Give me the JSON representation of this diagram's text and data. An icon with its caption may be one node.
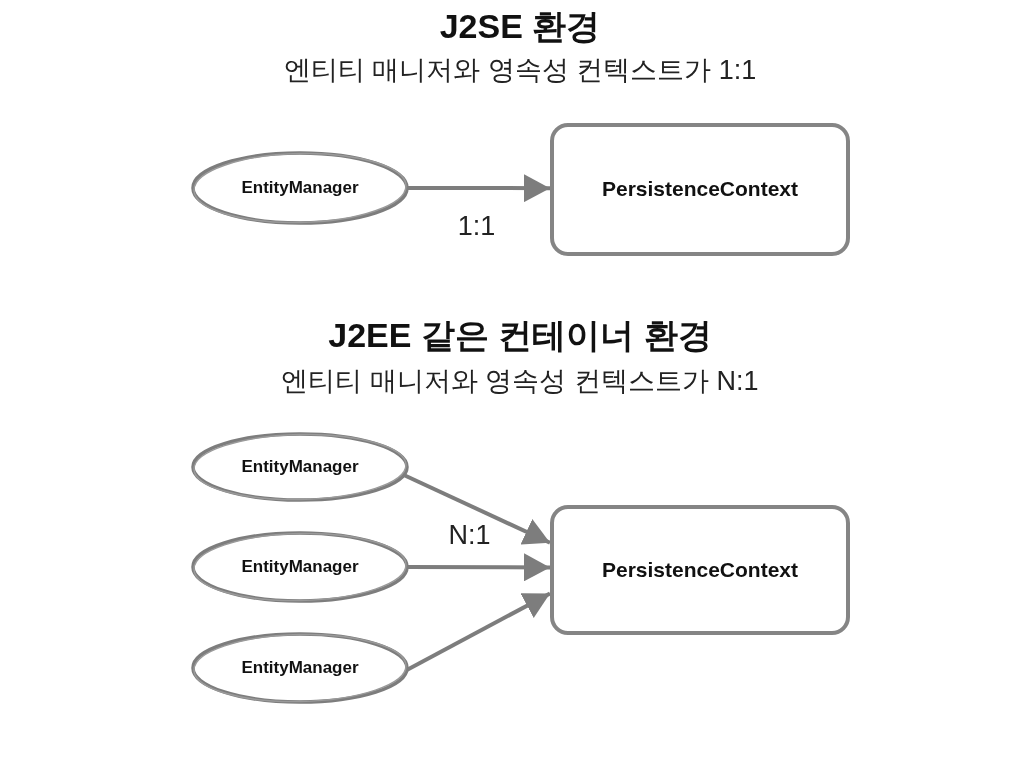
{
  "diagram": {
    "nodes": [
      {
        "text": [
          "EntityManager"
        ]
      },
      {
        "text": [
          "PersistenceContext"
        ]
      },
      {
        "text": [
          "EntityManager"
        ]
      },
      {
        "text": [
          "EntityManager"
        ]
      },
      {
        "text": [
          "EntityManager"
        ]
      },
      {
        "text": [
          "PersistenceContext"
        ]
      }
    ],
    "edges": [
      {
        "from": 0,
        "to": 1,
        "arrow": "to",
        "label": "1:1"
      },
      {
        "from": 2,
        "to": 5,
        "arrow": "to"
      },
      {
        "from": 3,
        "to": 5,
        "arrow": "to",
        "label": "N:1"
      },
      {
        "from": 4,
        "to": 5,
        "arrow": "to"
      }
    ],
    "labels": [
      "J2SE 환경",
      "엔티티 매니저와 영속성 컨텍스트가 1:1",
      "J2EE 같은 컨테이너 환경",
      "엔티티 매니저와 영속성 컨텍스트가 N:1"
    ]
  }
}
